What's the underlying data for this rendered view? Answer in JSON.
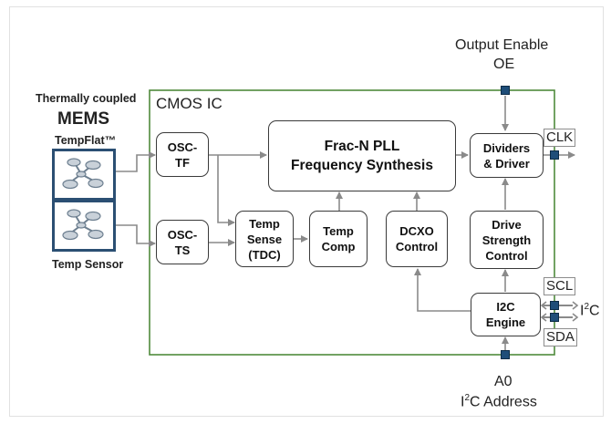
{
  "header": {
    "thermally_coupled": "Thermally coupled",
    "mems": "MEMS",
    "tempflat": "TempFlat™",
    "temp_sensor": "Temp Sensor"
  },
  "ic_label": "CMOS IC",
  "blocks": {
    "osc_tf": "OSC-\nTF",
    "osc_ts": "OSC-\nTS",
    "pll": "Frac-N PLL\nFrequency Synthesis",
    "temp_sense": "Temp\nSense\n(TDC)",
    "temp_comp": "Temp\nComp",
    "dcxo": "DCXO\nControl",
    "dividers": "Dividers\n& Driver",
    "drive_strength": "Drive\nStrength\nControl",
    "i2c_engine": "I2C\nEngine"
  },
  "pins": {
    "output_enable": "Output Enable",
    "oe": "OE",
    "clk": "CLK",
    "scl": "SCL",
    "sda": "SDA",
    "i2c_prefix": "I",
    "i2c_sup": "2",
    "i2c_suffix": "C",
    "a0": "A0",
    "addr_prefix": "I",
    "addr_sup": "2",
    "addr_suffix": "C Address"
  },
  "colors": {
    "ic_border": "#4f8a3c",
    "pin_fill": "#1f4e79",
    "mems_border": "#2b4f73",
    "line": "#8a8a8a"
  },
  "icons": [
    "mems-resonator-icon",
    "pin-square-icon",
    "arrow-icon"
  ]
}
